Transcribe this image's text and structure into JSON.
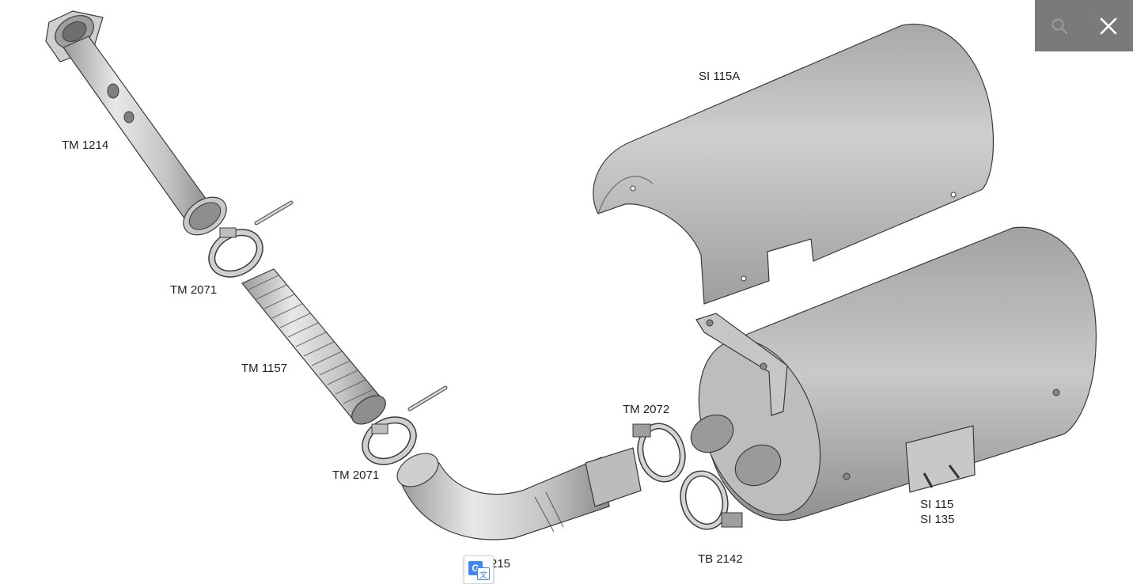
{
  "labels": {
    "tm1214": "TM 1214",
    "tm2071a": "TM 2071",
    "tm1157": "TM 1157",
    "tm2071b": "TM 2071",
    "tm215_partial": "215",
    "si115a": "SI 115A",
    "tm2072": "TM 2072",
    "tb2142": "TB 2142",
    "si115": "SI 115",
    "si135": "SI 135"
  },
  "toolbar": {
    "search_icon": "search-icon",
    "close_icon": "close-icon"
  },
  "translate_badge": {
    "g_glyph": "G",
    "char_glyph": "文"
  },
  "colors": {
    "toolbar_bg": "#7a7a7a",
    "metal_light": "#e2e2e2",
    "metal_mid": "#bdbdbd",
    "metal_dark": "#8f8f8f",
    "outline": "#3a3a3a"
  }
}
